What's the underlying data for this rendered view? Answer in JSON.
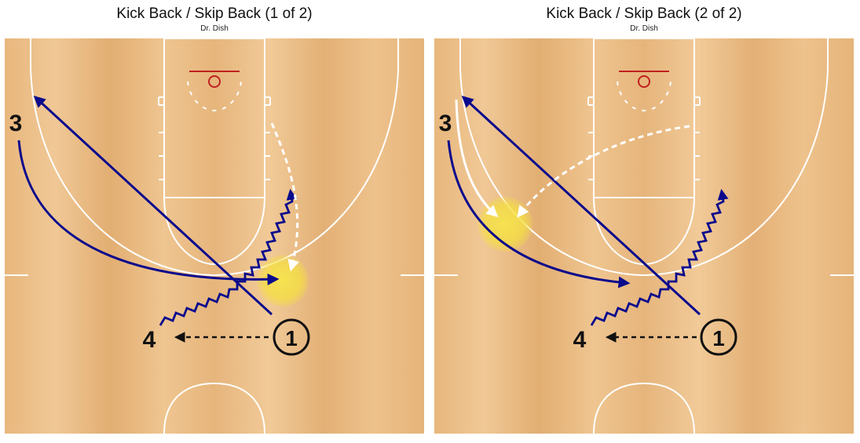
{
  "panels": [
    {
      "title": "Kick Back / Skip Back (1 of 2)",
      "author": "Dr. Dish",
      "players": {
        "p3": "3",
        "p4": "4",
        "p1": "1"
      }
    },
    {
      "title": "Kick Back / Skip Back (2 of 2)",
      "author": "Dr. Dish",
      "players": {
        "p3": "3",
        "p4": "4",
        "p1": "1"
      }
    }
  ],
  "colors": {
    "cut": "#0a0a8c",
    "pass": "#111111",
    "screen": "#ffffff",
    "highlight": "#f5e44a",
    "court_lines": "#ffffff",
    "rim": "#c0201f",
    "floor_light": "#eec48c",
    "floor_dark": "#d9a46a"
  }
}
